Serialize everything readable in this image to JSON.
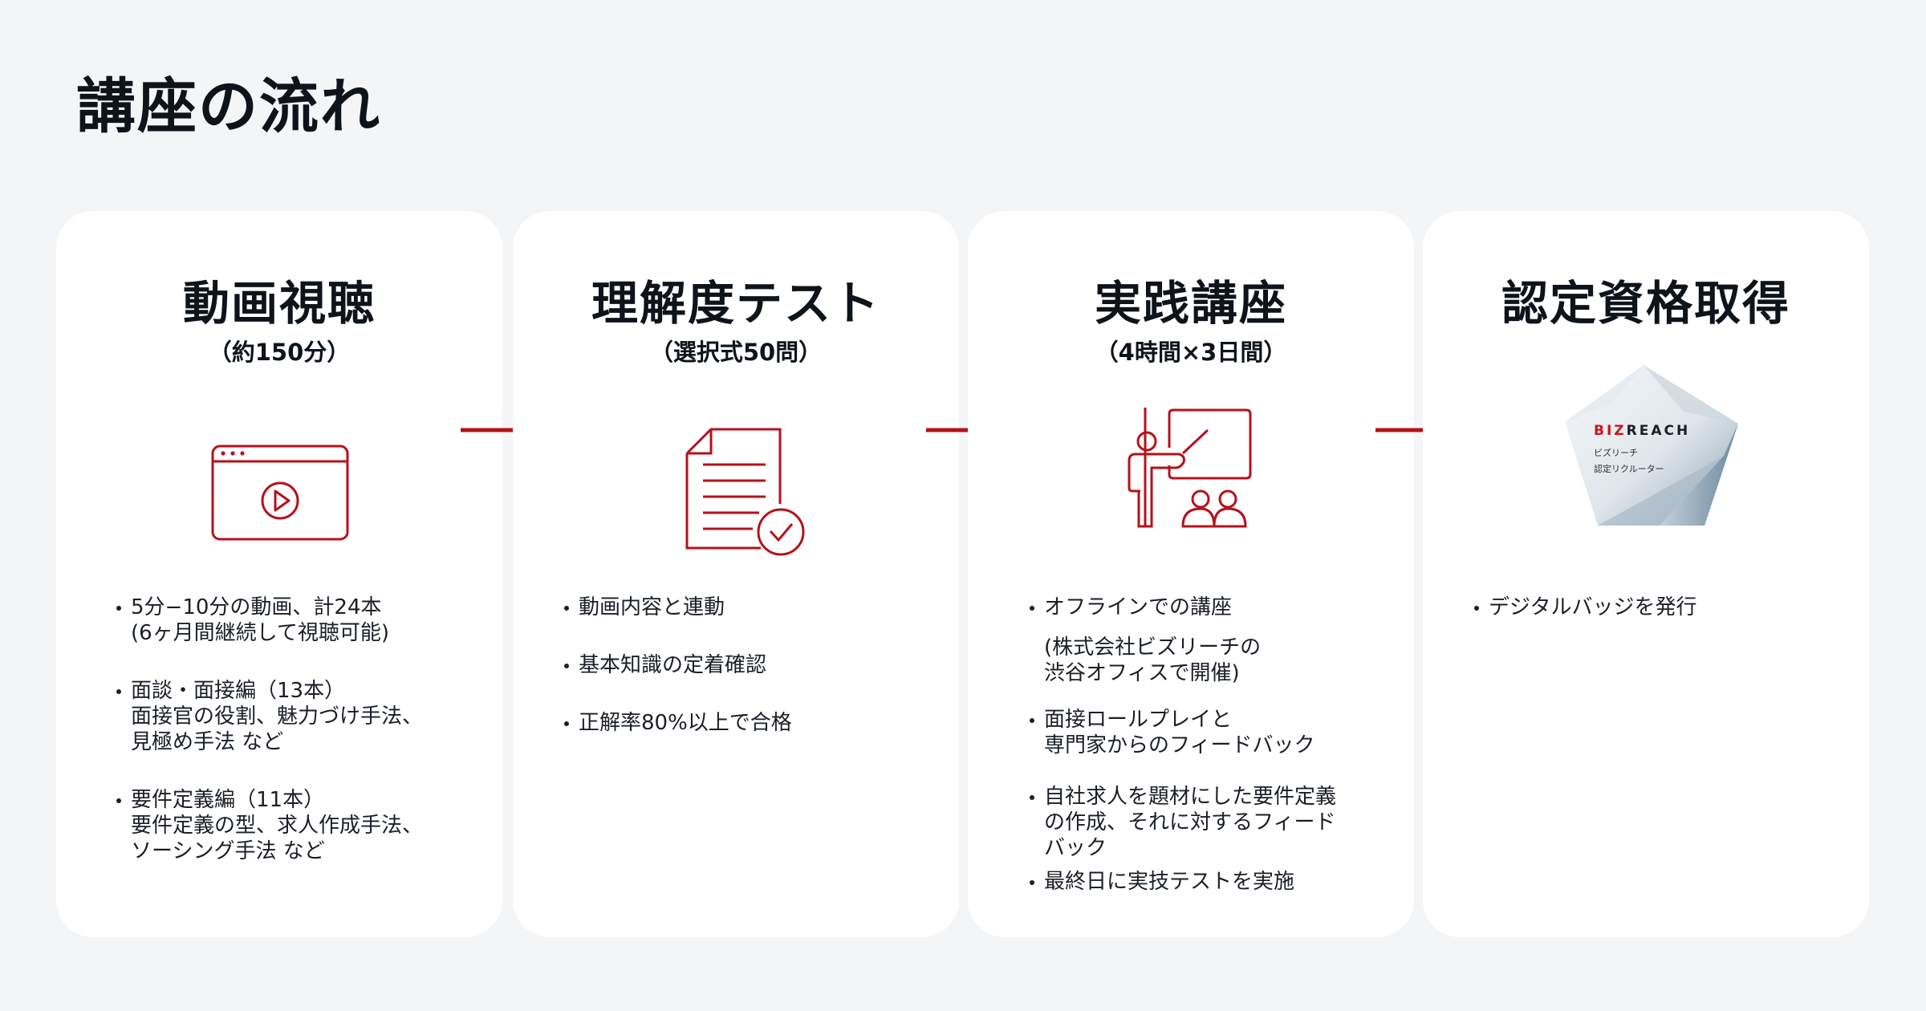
{
  "page": {
    "title": "講座の流れ",
    "accent_color": "#b5121b",
    "background_color": "#f4f5f7"
  },
  "steps": [
    {
      "title": "動画視聴",
      "subtitle": "（約150分）",
      "icon": "video-player-icon",
      "bullets": [
        "5分−10分の動画、計24本\n(6ヶ月間継続して視聴可能)",
        "面談・面接編（13本）\n面接官の役割、魅力づけ手法、\n見極め手法 など",
        "要件定義編（11本）\n要件定義の型、求人作成手法、\nソーシング手法 など"
      ]
    },
    {
      "title": "理解度テスト",
      "subtitle": "（選択式50問）",
      "icon": "document-check-icon",
      "bullets": [
        "動画内容と連動",
        "基本知識の定着確認",
        "正解率80%以上で合格"
      ]
    },
    {
      "title": "実践講座",
      "subtitle": "（4時間×3日間）",
      "icon": "teacher-presentation-icon",
      "bullets": [
        "オフラインでの講座",
        "(株式会社ビズリーチの\n 渋谷オフィスで開催)",
        "面接ロールプレイと\n専門家からのフィードバック",
        "自社求人を題材にした要件定義\nの作成、それに対するフィード\nバック",
        "最終日に実技テストを実施"
      ]
    },
    {
      "title": "認定資格取得",
      "subtitle": "",
      "icon": "certification-badge-icon",
      "badge": {
        "brand_red": "BIZ",
        "brand_dark": "REACH",
        "line1": "ビズリーチ",
        "line2": "認定リクルーター"
      },
      "bullets": [
        "デジタルバッジを発行"
      ]
    }
  ]
}
